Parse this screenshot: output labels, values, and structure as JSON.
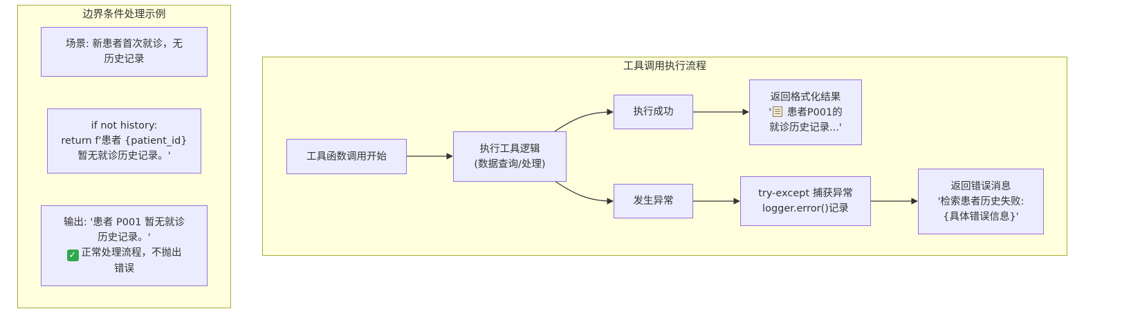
{
  "clusters": {
    "boundary": {
      "title": "边界条件处理示例",
      "nodes": {
        "scenario": [
          "场景: 新患者首次就诊，无",
          "历史记录"
        ],
        "code": [
          "if not history:",
          "return f'患者 {patient_id}",
          "暂无就诊历史记录。'"
        ],
        "output": {
          "line1": "输出: '患者 P001 暂无就诊",
          "line2": "历史记录。'",
          "line3_icon": "check-mark-icon",
          "line3": "正常处理流程，不抛出",
          "line4": "错误"
        }
      }
    },
    "flow": {
      "title": "工具调用执行流程",
      "nodes": {
        "start": [
          "工具函数调用开始"
        ],
        "execute": [
          "执行工具逻辑",
          "(数据查询/处理)"
        ],
        "success": [
          "执行成功"
        ],
        "exception": [
          "发生异常"
        ],
        "format_result": {
          "line1": "返回格式化结果",
          "line2_prefix": "'",
          "line2_icon": "memo-icon",
          "line2_suffix": " 患者P001的",
          "line3": "就诊历史记录...'"
        },
        "catch": [
          "try-except 捕获异常",
          "logger.error()记录"
        ],
        "error_msg": [
          "返回错误消息",
          "'检索患者历史失败:",
          "{具体错误信息}'"
        ]
      }
    }
  },
  "colors": {
    "cluster_fill": "#ffffde",
    "cluster_border": "#aaaa33",
    "node_fill": "#ececff",
    "node_border": "#9370db",
    "edge": "#333333"
  }
}
